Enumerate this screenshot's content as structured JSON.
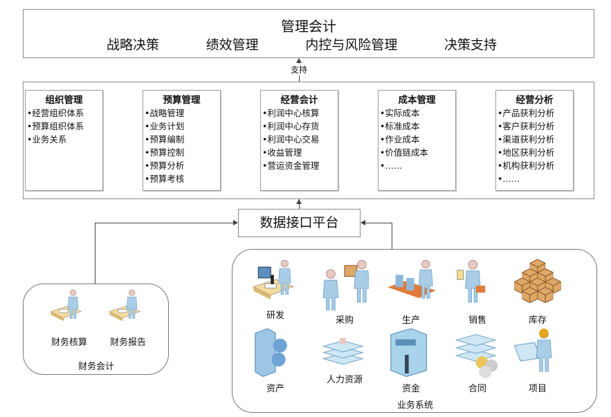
{
  "top": {
    "title": "管理会计",
    "subtitles": [
      "战略决策",
      "绩效管理",
      "内控与风险管理",
      "决策支持"
    ]
  },
  "support_label": "支持",
  "modules": [
    {
      "title": "组织管理",
      "items": [
        "•经营组织体系",
        "•预算组织体系",
        "•业务关系"
      ]
    },
    {
      "title": "预算管理",
      "items": [
        "•战略管理",
        "•业务计划",
        "•预算编制",
        "•预算控制",
        "•预算分析",
        "•预算考核"
      ]
    },
    {
      "title": "经营会计",
      "items": [
        "•利润中心核算",
        "•利润中心存货",
        "•利润中心交易",
        "•收益管理",
        "•营运资金管理"
      ]
    },
    {
      "title": "成本管理",
      "items": [
        "•实际成本",
        "•标准成本",
        "•作业成本",
        "•价值链成本",
        "•……"
      ]
    },
    {
      "title": "经营分析",
      "items": [
        "•产品获利分析",
        "•客户获利分析",
        "•渠道获利分析",
        "•地区获利分析",
        "•机构获利分析",
        "•……"
      ]
    }
  ],
  "platform": "数据接口平台",
  "finance": {
    "title": "财务会计",
    "items": [
      {
        "label": "财务核算",
        "icon": "desk-person-icon"
      },
      {
        "label": "财务报告",
        "icon": "desk-person-icon"
      }
    ]
  },
  "business": {
    "title": "业务系统",
    "items": [
      {
        "label": "研发",
        "icon": "research-icon"
      },
      {
        "label": "采购",
        "icon": "purchase-icon"
      },
      {
        "label": "生产",
        "icon": "production-icon"
      },
      {
        "label": "销售",
        "icon": "sales-icon"
      },
      {
        "label": "库存",
        "icon": "inventory-icon"
      },
      {
        "label": "资产",
        "icon": "building-globe-icon"
      },
      {
        "label": "人力资源",
        "icon": "documents-icon"
      },
      {
        "label": "资金",
        "icon": "bank-building-icon"
      },
      {
        "label": "合同",
        "icon": "documents-coins-icon"
      },
      {
        "label": "项目",
        "icon": "worker-plan-icon"
      }
    ]
  },
  "colors": {
    "figure": "#a9cde6",
    "figure_dark": "#6fa3c8",
    "box_orange": "#d99a55",
    "line": "#444444"
  }
}
